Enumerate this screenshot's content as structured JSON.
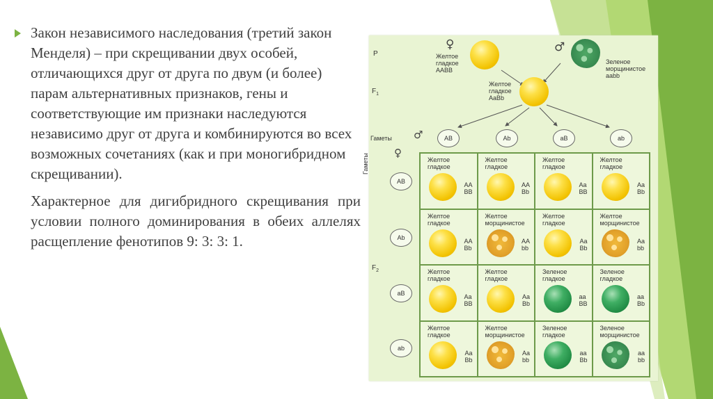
{
  "theme": {
    "accent": "#7cb342",
    "accent_light": "#a5d15a",
    "accent_dark": "#5d8f2e"
  },
  "text": {
    "para1": "Закон независимого наследования (третий закон Менделя) – при скрещивании двух особей, отличающихся друг от друга по двум (и более) парам альтернативных признаков, гены и соответствующие им признаки наследуются независимо друг от друга и комбинируются во всех возможных сочетаниях (как и при моногибридном скрещивании).",
    "para2": "Характерное для дигибридного скрещивания при условии полного доминирования в обеих аллелях расщепление фенотипов 9: 3: 3: 1."
  },
  "figure": {
    "gen_p": "P",
    "gen_f1": "F",
    "gen_f1_sub": "1",
    "gen_f2": "F",
    "gen_f2_sub": "2",
    "female_symbol": "♀",
    "male_symbol": "♂",
    "parent_female": "Желтое\nгладкое\nААВВ",
    "parent_male": "Зеленое\nморщинистое\naabb",
    "f1_label": "Желтое\nгладкое\nAaBb",
    "gametes_label": "Гаметы",
    "gametes_side_label": "Гаметы",
    "male_gametes": [
      "AB",
      "Ab",
      "aB",
      "ab"
    ],
    "female_gametes": [
      "AB",
      "Ab",
      "aB",
      "ab"
    ],
    "cells": [
      {
        "name": "Желтое\nгладкое",
        "geno": "AA\nBB",
        "pea": "yellow"
      },
      {
        "name": "Желтое\nгладкое",
        "geno": "AA\nBb",
        "pea": "yellow"
      },
      {
        "name": "Желтое\nгладкое",
        "geno": "Aa\nBB",
        "pea": "yellow"
      },
      {
        "name": "Желтое\nгладкое",
        "geno": "Aa\nBb",
        "pea": "yellow"
      },
      {
        "name": "Желтое\nгладкое",
        "geno": "AA\nBb",
        "pea": "yellow"
      },
      {
        "name": "Желтое\nморщинистое",
        "geno": "AA\nbb",
        "pea": "wrinkle-y"
      },
      {
        "name": "Желтое\nгладкое",
        "geno": "Aa\nBb",
        "pea": "yellow"
      },
      {
        "name": "Желтое\nморщинистое",
        "geno": "Aa\nbb",
        "pea": "wrinkle-y"
      },
      {
        "name": "Желтое\nгладкое",
        "geno": "Aa\nBB",
        "pea": "yellow"
      },
      {
        "name": "Желтое\nгладкое",
        "geno": "Aa\nBb",
        "pea": "yellow"
      },
      {
        "name": "Зеленое\nгладкое",
        "geno": "aa\nBB",
        "pea": "green"
      },
      {
        "name": "Зеленое\nгладкое",
        "geno": "aa\nBb",
        "pea": "green"
      },
      {
        "name": "Желтое\nгладкое",
        "geno": "Aa\nBb",
        "pea": "yellow"
      },
      {
        "name": "Желтое\nморщинистое",
        "geno": "Aa\nbb",
        "pea": "wrinkle-y"
      },
      {
        "name": "Зеленое\nгладкое",
        "geno": "aa\nBb",
        "pea": "green"
      },
      {
        "name": "Зеленое\nморщинистое",
        "geno": "aa\nbb",
        "pea": "wrinkle-g"
      }
    ]
  }
}
